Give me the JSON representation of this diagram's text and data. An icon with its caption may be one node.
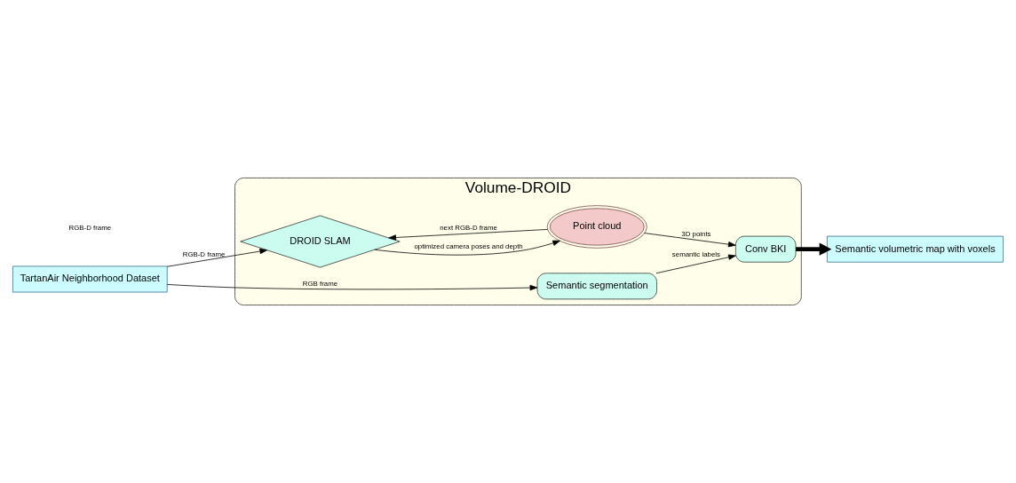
{
  "diagram": {
    "nodes": [
      {
        "text": [
          "Volume-DROID"
        ]
      },
      {
        "text": [
          "TartanAir Neighborhood Dataset"
        ]
      },
      {
        "text": [
          "Semantic segmentation"
        ],
        "in": 0
      },
      {
        "text": [
          "DROID SLAM"
        ],
        "in": 0
      },
      {
        "text": [
          "Point cloud"
        ],
        "in": 0
      },
      {
        "text": [
          "Conv BKI"
        ],
        "in": 0
      },
      {
        "text": [
          "Semantic volumetric map with voxels"
        ]
      }
    ],
    "edges": [
      {
        "from": 1,
        "to": 2,
        "arrow": "to",
        "label": "RGB frame"
      },
      {
        "from": 1,
        "to": 3,
        "arrow": "to",
        "label": "RGB-D frame"
      },
      {
        "from": 2,
        "to": 5,
        "arrow": "to",
        "label": "semantic labels"
      },
      {
        "from": 3,
        "to": 4,
        "arrow": "to",
        "label": "optimized camera poses and depth"
      },
      {
        "from": 4,
        "to": 5,
        "arrow": "to",
        "label": "3D points"
      },
      {
        "from": 5,
        "to": 6,
        "arrow": "to",
        "style": "thick"
      },
      {
        "from": 4,
        "to": 3,
        "arrow": "to",
        "label": "next RGB-D frame"
      }
    ],
    "labels": [
      "RGB-D frame"
    ]
  }
}
